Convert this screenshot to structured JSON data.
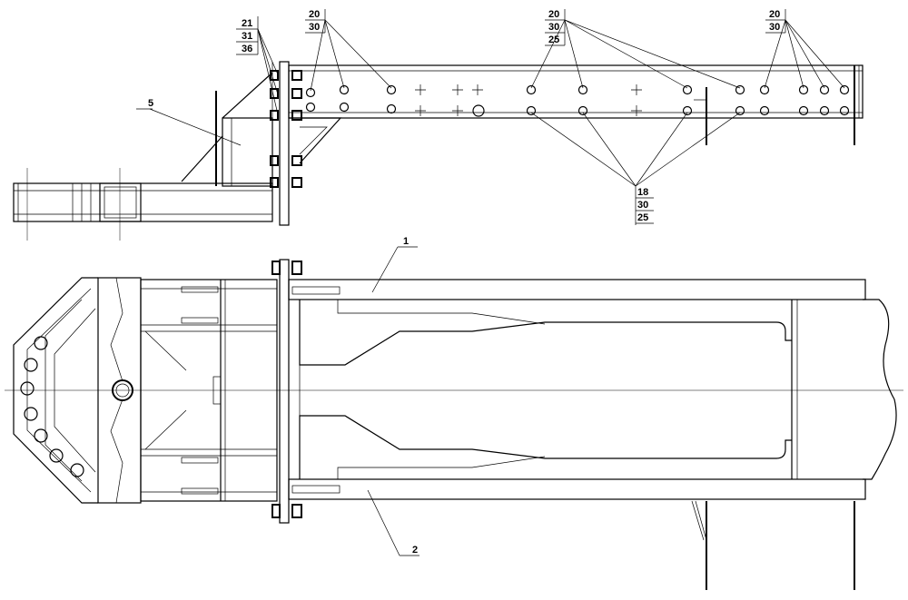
{
  "callouts": {
    "top_left_stack": [
      "21",
      "31",
      "36"
    ],
    "top_group_1": [
      "20",
      "30"
    ],
    "top_group_2": [
      "20",
      "30",
      "25"
    ],
    "top_group_3": [
      "20",
      "30"
    ],
    "bottom_group": [
      "18",
      "30",
      "25"
    ],
    "part_5": "5",
    "part_1": "1",
    "part_2": "2"
  }
}
